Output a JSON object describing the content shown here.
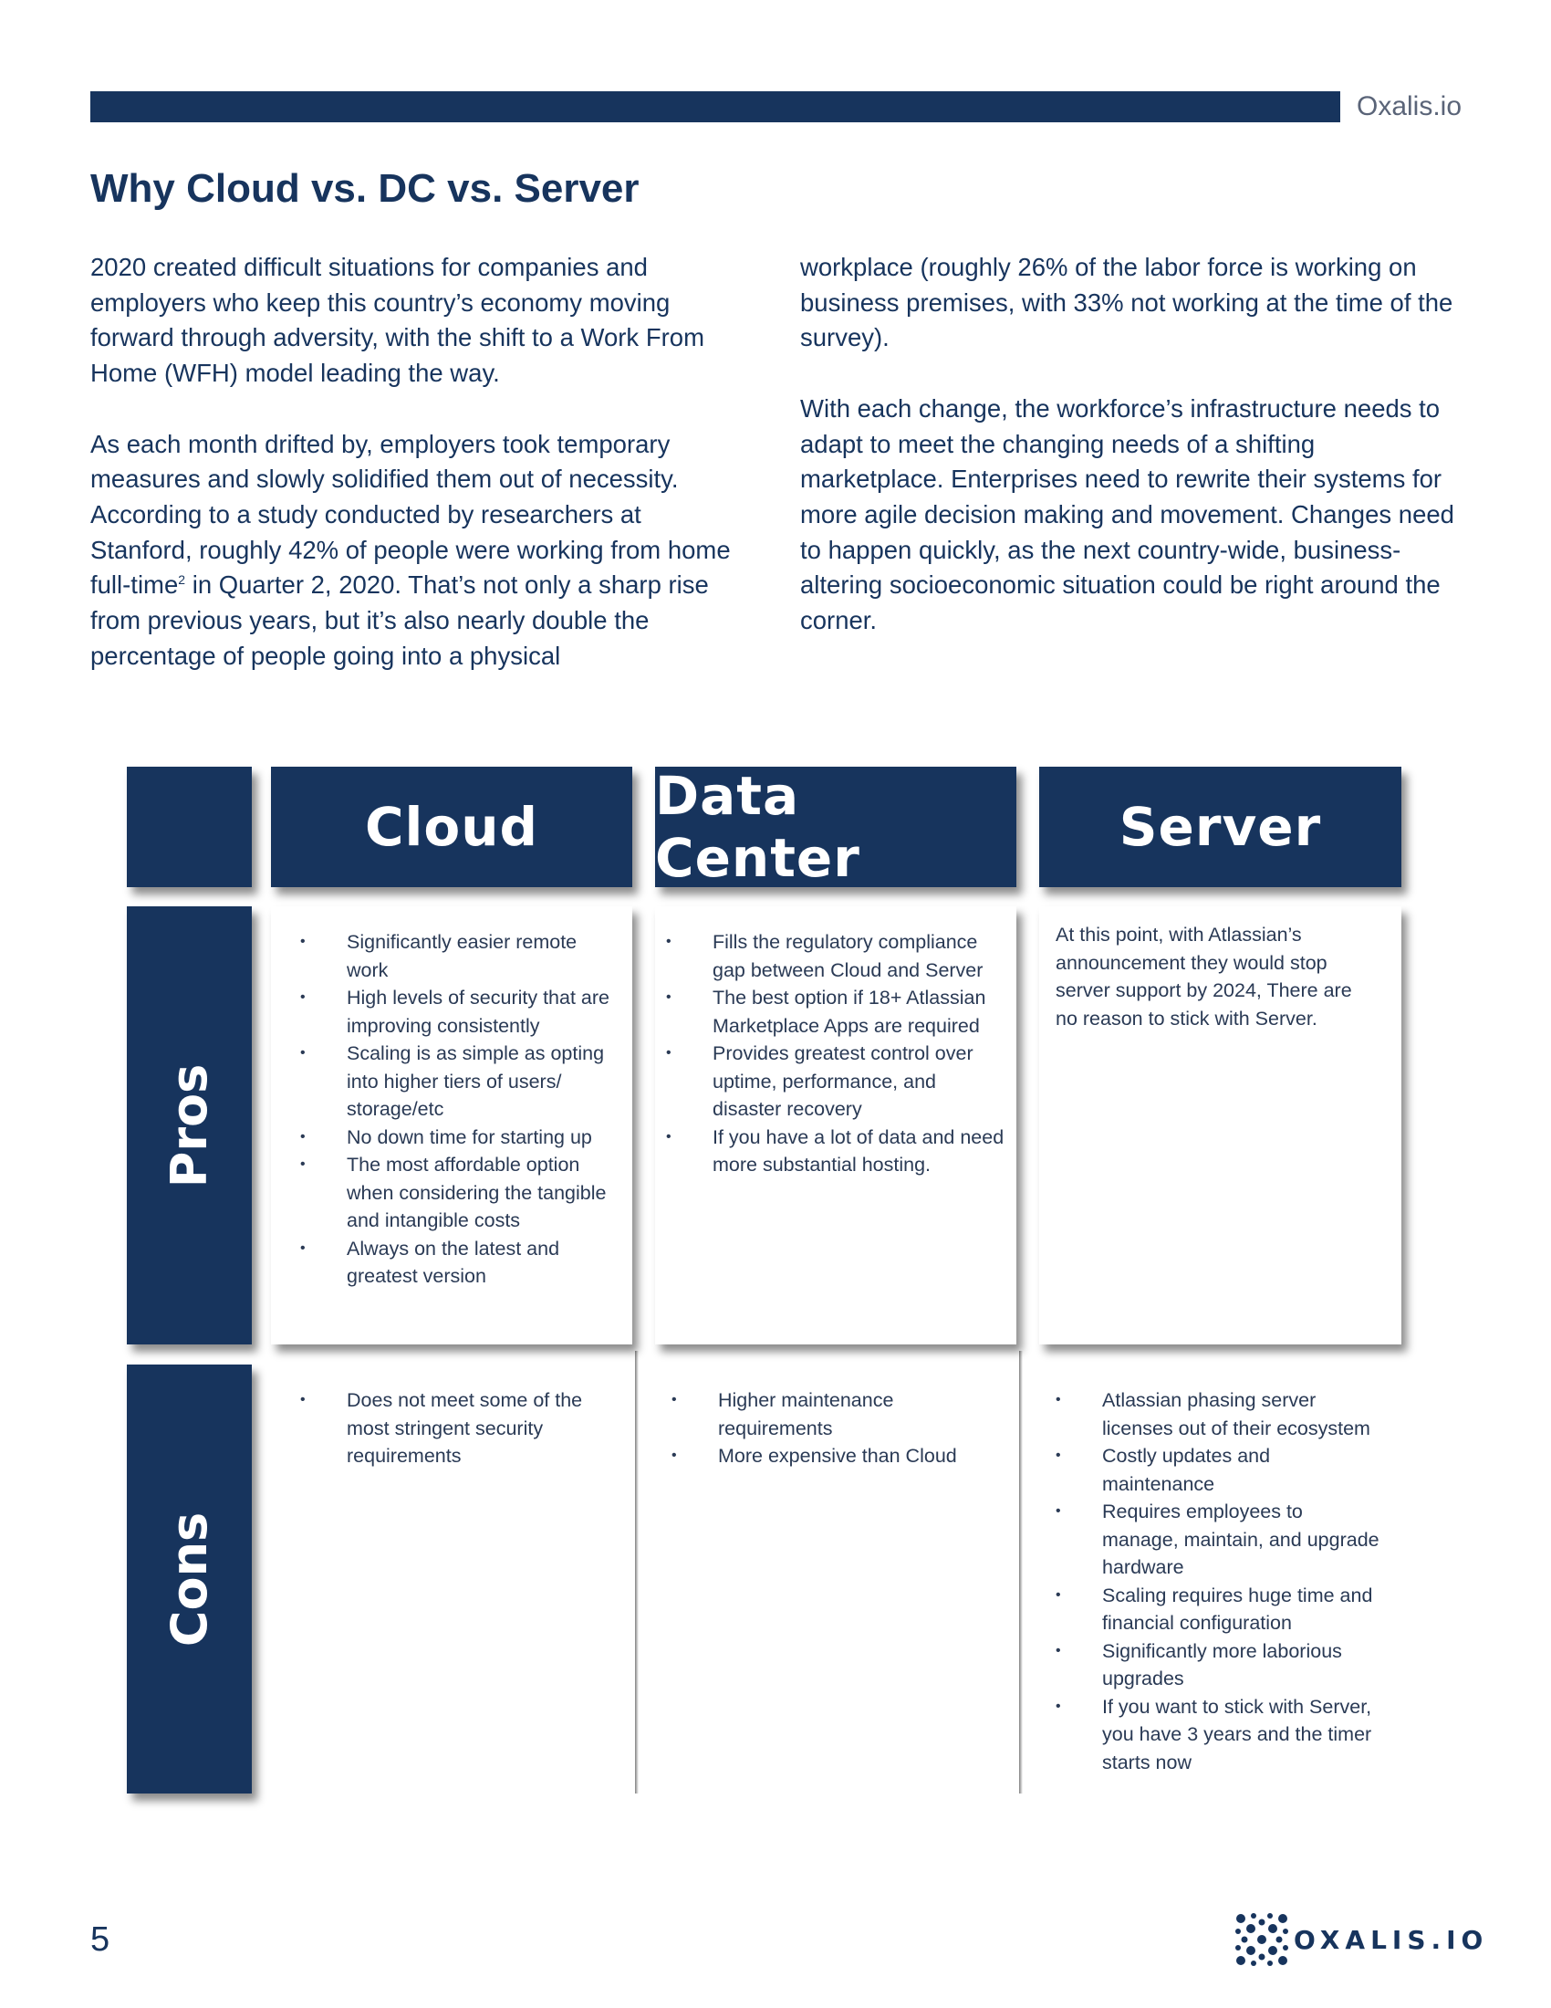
{
  "header": {
    "brand": "Oxalis.io"
  },
  "heading": "Why Cloud vs. DC vs. Server",
  "intro": {
    "left_p1": "2020 created difficult situations for companies and employers who keep this country’s economy moving forward through adversity, with the shift to a Work From Home (WFH) model leading the way.",
    "left_p2_before_sup": "As each month drifted by, employers took temporary measures and slowly solidified them out of necessity. According to a study conducted by researchers at Stanford, roughly 42% of people were working from home full-time",
    "left_p2_sup": "2",
    "left_p2_after_sup": " in Quarter 2, 2020. That’s not only a sharp rise from previous years, but it’s also nearly double the percentage of people going into a physical",
    "right_p1": "workplace (roughly 26% of the labor force is working on business premises, with 33% not working at the time of the survey).",
    "right_p2": "With each change, the workforce’s infrastructure needs to adapt to meet the changing needs of a shifting marketplace. Enterprises need to rewrite their systems for more agile decision making and movement. Changes need to happen quickly, as the next country-wide, business-altering socioeconomic situation could be right around the corner."
  },
  "table": {
    "columns": [
      "Cloud",
      "Data Center",
      "Server"
    ],
    "rows": [
      "Pros",
      "Cons"
    ],
    "pros": {
      "cloud": [
        "Significantly easier remote work",
        "High levels of security that are improving consistently",
        "Scaling is as simple as opting into higher tiers of users/ storage/etc",
        "No down time for starting up",
        "The most affordable option when considering the tangible and intangible costs",
        "Always on the latest and greatest version"
      ],
      "data_center": [
        "Fills the regulatory compliance gap between Cloud and Server",
        "The best option if 18+ Atlassian Marketplace Apps are required",
        "Provides greatest control over uptime, performance, and disaster recovery",
        "If you have a lot of data and need more substantial hosting."
      ],
      "server_text": "At this point, with Atlassian’s announcement they would stop server support by 2024, There are no reason to stick with Server."
    },
    "cons": {
      "cloud": [
        "Does not meet some of the most stringent security requirements"
      ],
      "data_center": [
        "Higher maintenance requirements",
        "More expensive than Cloud"
      ],
      "server": [
        "Atlassian phasing server licenses out of their ecosystem",
        "Costly updates and maintenance",
        "Requires employees to manage, maintain, and upgrade hardware",
        "Scaling requires huge time and financial configuration",
        "Significantly more laborious upgrades",
        "If you want to stick with Server, you have 3 years and the timer starts now"
      ]
    }
  },
  "footer": {
    "page_number": "5",
    "logo_text": "OXALIS.IO",
    "logo_icon": "oxalis-logo-icon"
  },
  "colors": {
    "navy": "#17345d"
  }
}
